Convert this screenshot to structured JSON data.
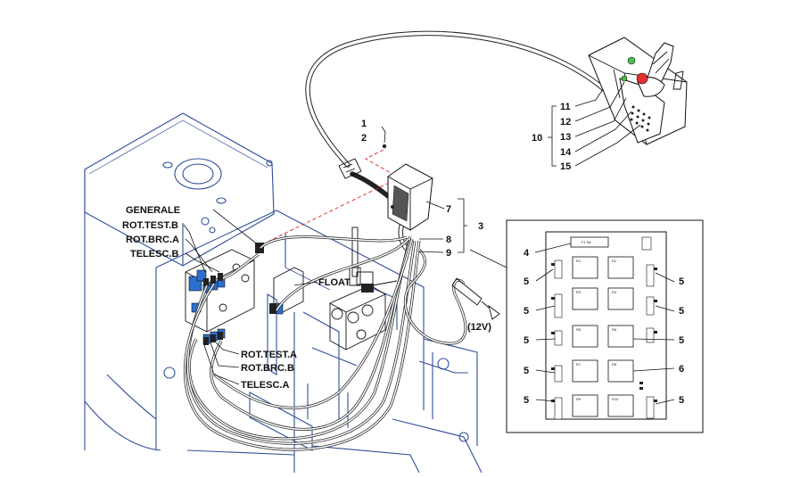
{
  "labels": {
    "generale": "GENERALE",
    "rot_test_b": "ROT.TEST.B",
    "rot_brc_a": "ROT.BRC.A",
    "telesc_b": "TELESC.B",
    "float": "FLOAT",
    "rot_test_a": "ROT.TEST.A",
    "rot_brc_b": "ROT.BRC.B",
    "telesc_a": "TELESC.A",
    "voltage": "(12V)"
  },
  "callouts": {
    "n1": "1",
    "n2": "2",
    "n3": "3",
    "n4": "4",
    "n5a": "5",
    "n5b": "5",
    "n5c": "5",
    "n5d": "5",
    "n5e": "5",
    "n5f": "5",
    "n5g": "5",
    "n5h": "5",
    "n5i": "5",
    "n6": "6",
    "n7": "7",
    "n8": "8",
    "n9": "9",
    "n10": "10",
    "n11": "11",
    "n12": "12",
    "n13": "13",
    "n14": "14",
    "n15": "15"
  },
  "board_tags": {
    "fuse": "F1 5A",
    "relays": [
      "R1",
      "R2",
      "R3",
      "R4",
      "R5",
      "R6",
      "R7",
      "R8",
      "R9",
      "R10"
    ]
  },
  "colors": {
    "machine_outline": "#2f4f9a",
    "leader_dashed": "#e02020",
    "joystick_button_red": "#e53030",
    "joystick_button_green": "#4cbf4c"
  }
}
